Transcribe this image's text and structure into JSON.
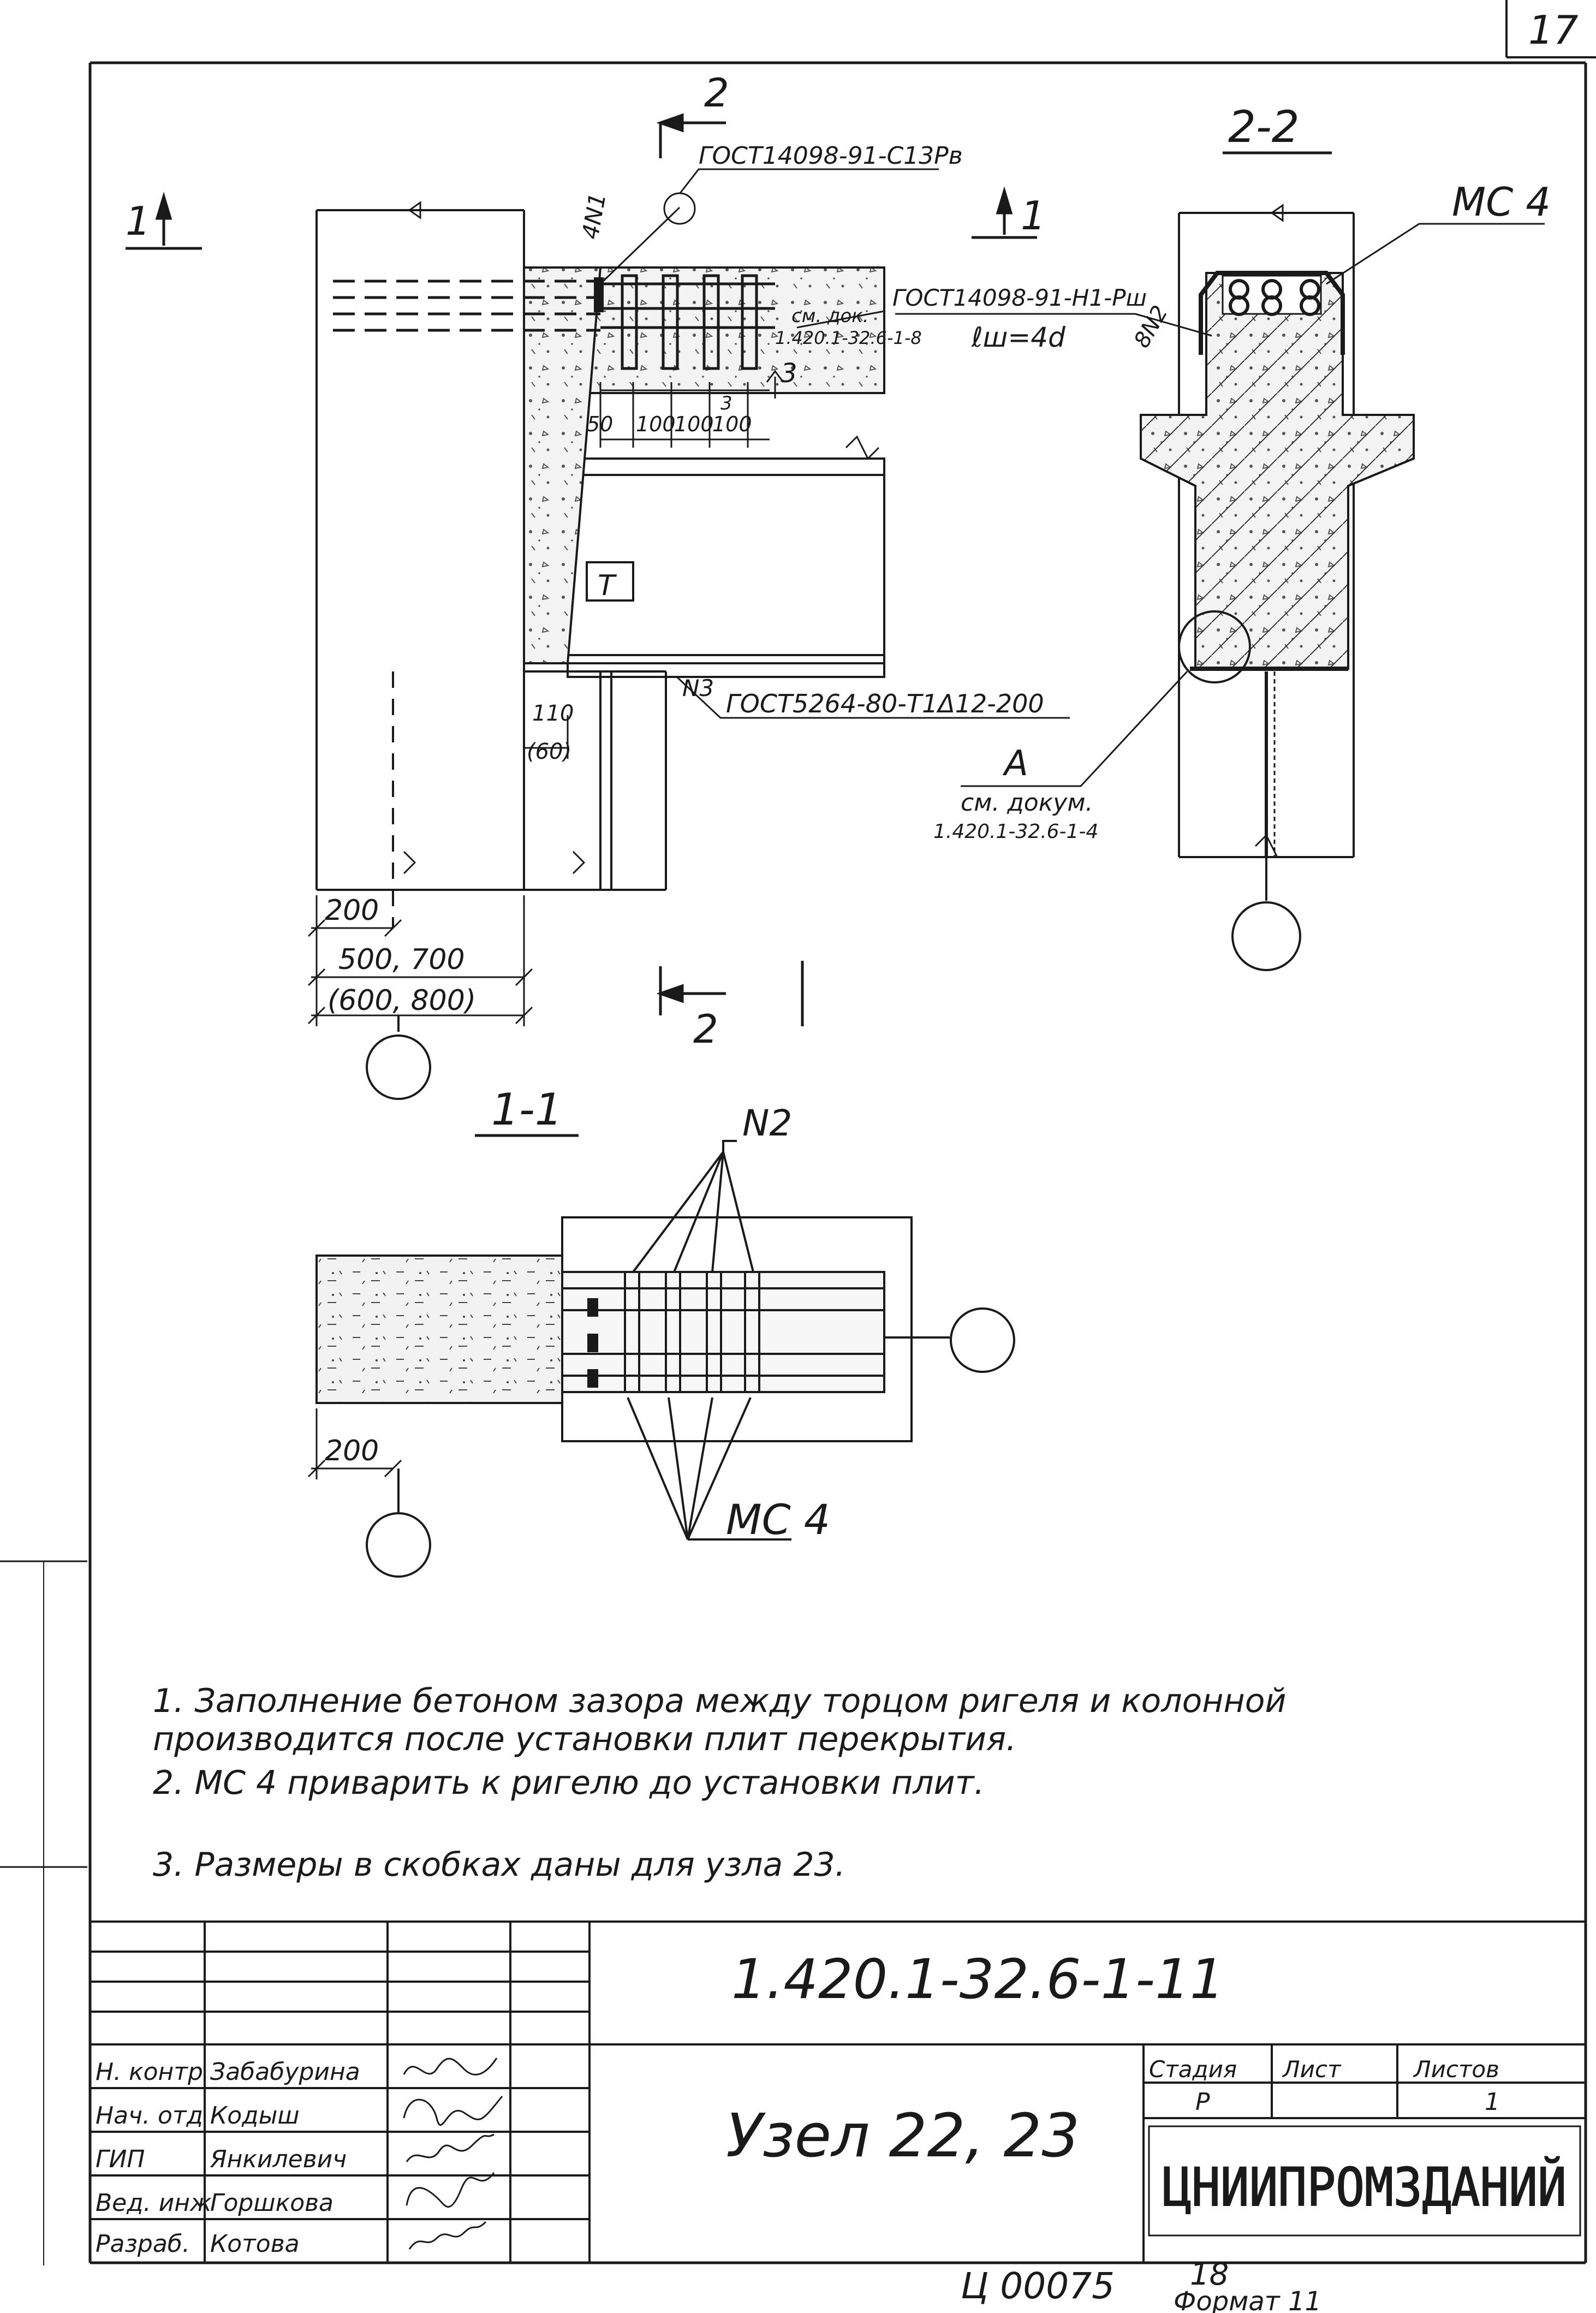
{
  "corner_number": "17",
  "sections": {
    "s2_marker": "2",
    "s1_marker": "1",
    "section_22": "2-2",
    "section_11": "1-1"
  },
  "callouts": {
    "weld1": "ГОСТ14098-91-С13Рв",
    "weld1_mark": "4N1",
    "weld2": "ГОСТ14098-91-Н1-Рш",
    "weld2_note": "ℓш=4d",
    "weld2_mark": "8N2",
    "doc_ref": "см. док. 1.420.1-32.6-1-8",
    "weld3": "ГОСТ5264-80-Т1Δ12-200",
    "weld3_mark": "N3",
    "detail_A": "А",
    "detail_A_ref1": "см. докум.",
    "detail_A_ref2": "1.420.1-32.6-1-4",
    "mc4_top": "МС 4",
    "mc4_bottom": "МС 4",
    "n2": "N2",
    "beam_mark": "Т",
    "tick_3": "3"
  },
  "dimensions": {
    "d50": "50",
    "d100a": "100",
    "d100b": "100",
    "d100c": "100",
    "d3": "3",
    "d110": "110",
    "d60": "(60)",
    "d200_top": "200",
    "d500_700": "500, 700",
    "d600_800": "(600, 800)",
    "d200_bottom": "200"
  },
  "notes": [
    "1. Заполнение бетоном зазора между торцом ригеля и колонной",
    "   производится после установки плит перекрытия.",
    "2. МС 4 приварить к ригелю до установки плит.",
    "3. Размеры в скобках даны  для узла 23."
  ],
  "title_block": {
    "doc_code": "1.420.1-32.6-1-11",
    "title": "Узел 22, 23",
    "stage_hdr": "Стадия",
    "sheet_hdr": "Лист",
    "sheets_hdr": "Листов",
    "stage_val": "Р",
    "sheets_val": "1",
    "org": "ЦНИИПРОМЗДАНИЙ",
    "staff": [
      {
        "role": "Н. контр",
        "name": "Забабурина"
      },
      {
        "role": "Нач. отд",
        "name": "Кодыш"
      },
      {
        "role": "ГИП",
        "name": "Янкилевич"
      },
      {
        "role": "Вед. инж",
        "name": "Горшкова"
      },
      {
        "role": "Разраб.",
        "name": "Котова"
      }
    ]
  },
  "footer": {
    "inventory": "Ц 00075",
    "page": "18",
    "format": "Формат 11"
  }
}
